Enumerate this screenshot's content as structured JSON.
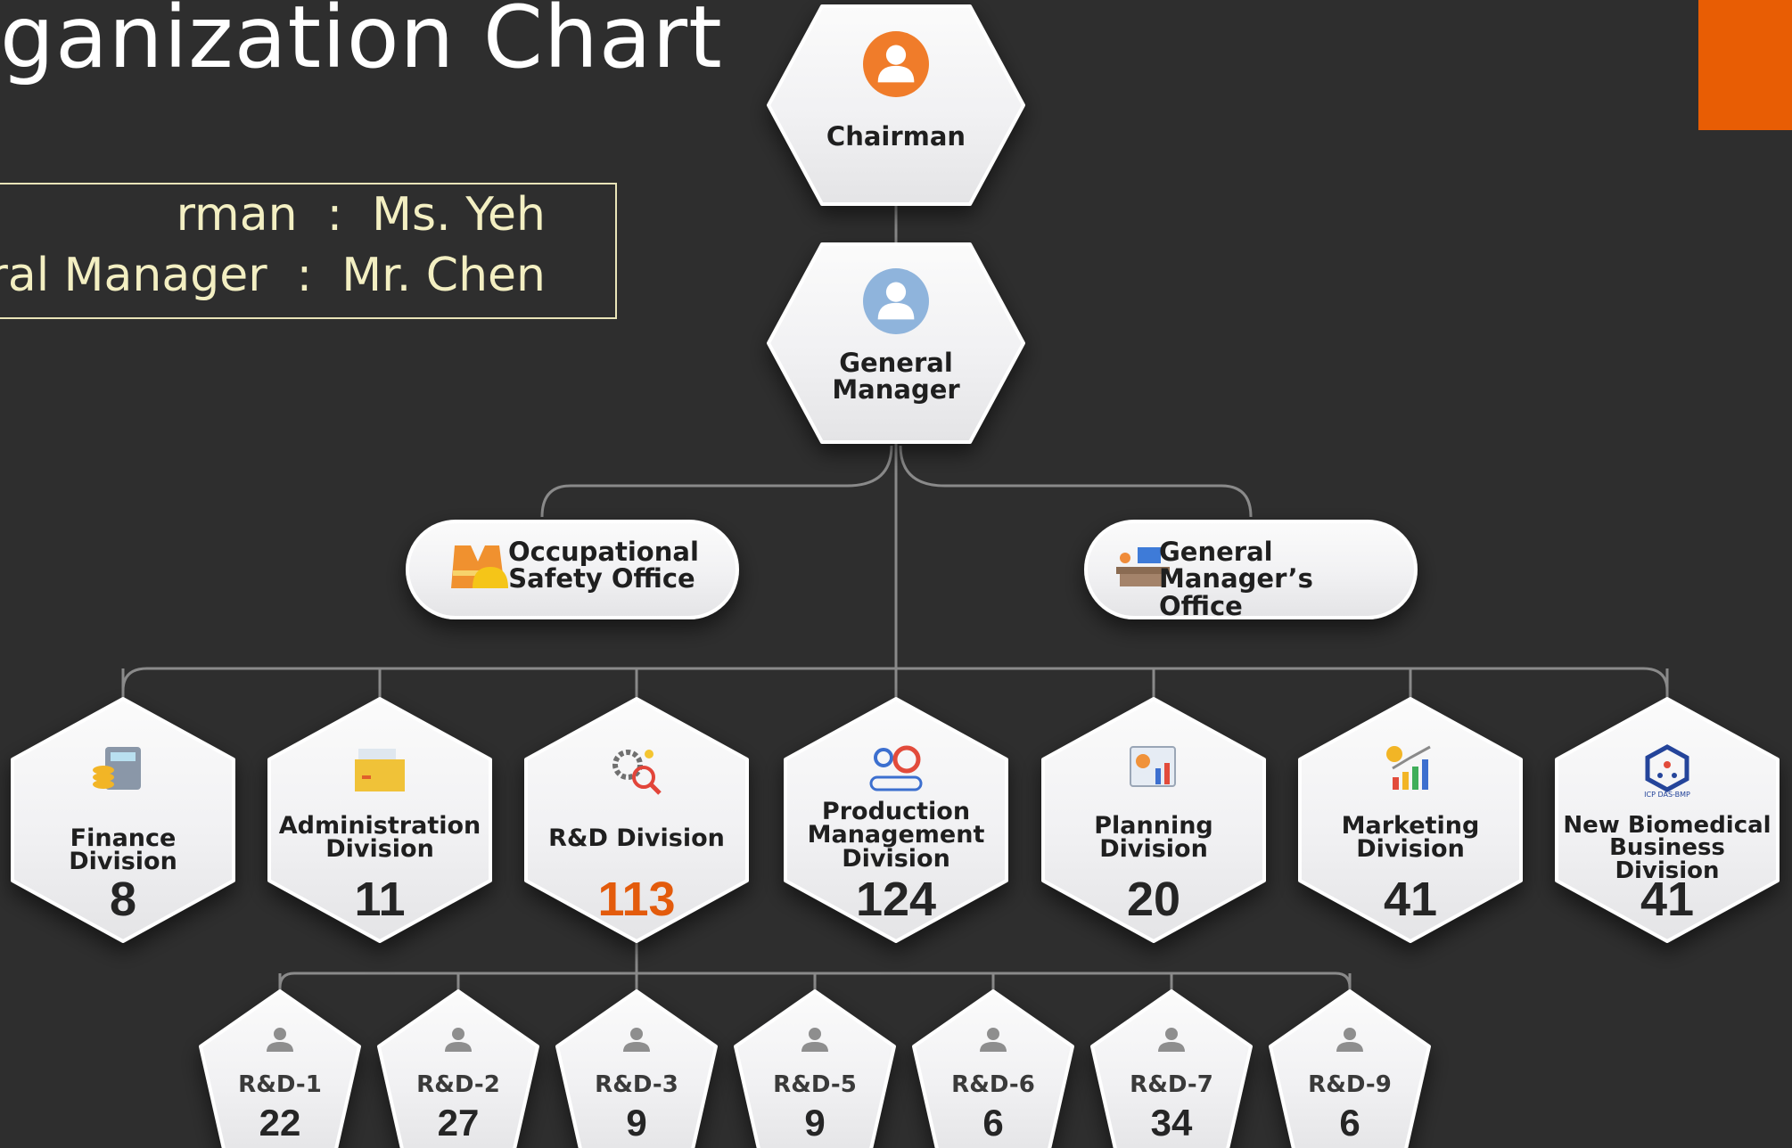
{
  "title": "ganization Chart",
  "info": {
    "line1": "rman  :  Ms. Yeh",
    "line2": "eral Manager  :  Mr. Chen"
  },
  "colors": {
    "background": "#2e2e2e",
    "accent": "#e85d04",
    "info_text": "#f3efc2",
    "highlight_number": "#e35b0c"
  },
  "top": {
    "chairman": {
      "label": "Chairman",
      "icon": "person-icon-orange"
    },
    "gm": {
      "label_1": "General",
      "label_2": "Manager",
      "icon": "person-icon-blue"
    }
  },
  "offices": {
    "safety": {
      "label_1": "Occupational",
      "label_2": "Safety Office",
      "icon": "safety-vest-icon"
    },
    "gmo": {
      "label_1": "General",
      "label_2": "Manager’s Office",
      "icon": "office-desk-icon"
    }
  },
  "divisions": [
    {
      "label_1": "Finance Division",
      "label_2": "",
      "count": "8",
      "icon": "calculator-coins-icon"
    },
    {
      "label_1": "Administration",
      "label_2": "Division",
      "count": "11",
      "icon": "folder-documents-icon"
    },
    {
      "label_1": "R&D Division",
      "label_2": "",
      "count": "113",
      "icon": "gear-magnifier-icon",
      "highlight": true
    },
    {
      "label_1": "Production",
      "label_2": "Management",
      "label_3": "Division",
      "count": "124",
      "icon": "conveyor-gears-icon"
    },
    {
      "label_1": "Planning",
      "label_2": "Division",
      "count": "20",
      "icon": "dashboard-charts-icon"
    },
    {
      "label_1": "Marketing",
      "label_2": "Division",
      "count": "41",
      "icon": "growth-chart-icon"
    },
    {
      "label_1": "New Biomedical",
      "label_2": "Business Division",
      "count": "41",
      "icon": "biomedical-logo-icon",
      "logo_text": "ICP DAS-BMP"
    }
  ],
  "rd_teams": [
    {
      "label": "R&D-1",
      "count": "22"
    },
    {
      "label": "R&D-2",
      "count": "27"
    },
    {
      "label": "R&D-3",
      "count": "9"
    },
    {
      "label": "R&D-5",
      "count": "9"
    },
    {
      "label": "R&D-6",
      "count": "6"
    },
    {
      "label": "R&D-7",
      "count": "34"
    },
    {
      "label": "R&D-9",
      "count": "6"
    }
  ]
}
